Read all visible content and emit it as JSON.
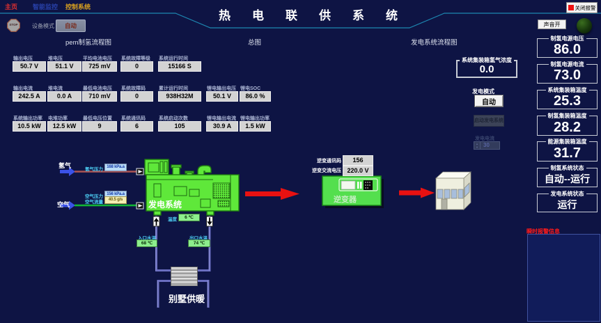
{
  "nav": {
    "home": "主页",
    "monitor": "智能监控",
    "control": "控制系统"
  },
  "title": "热电联供系统",
  "top": {
    "stop": "STOP",
    "device_mode_label": "设备模式",
    "device_mode_value": "自动",
    "close_alarm": "关闭报警",
    "sound_on": "声音开"
  },
  "sections": {
    "pem": "pem制氢流程图",
    "overview": "总图",
    "gen": "发电系统流程图"
  },
  "grid": {
    "rows": [
      {
        "cells": [
          {
            "label": "输出电压",
            "value": "50.7 V"
          },
          {
            "label": "堆电压",
            "value": "51.1 V"
          },
          {
            "label": "平均电池电压",
            "value": "725 mV"
          },
          {
            "label": "系统故障等级",
            "value": "0"
          },
          {
            "label": "系统运行时间",
            "value": "15166 S"
          }
        ]
      },
      {
        "cells": [
          {
            "label": "输出电流",
            "value": "242.5 A"
          },
          {
            "label": "堆电流",
            "value": "0.0 A"
          },
          {
            "label": "最低电池电压",
            "value": "710 mV"
          },
          {
            "label": "系统故障码",
            "value": "0"
          },
          {
            "label": "累计运行时间",
            "value": "938H32M"
          },
          {
            "label": "锂电输出电压",
            "value": "50.1 V"
          },
          {
            "label": "锂电SOC",
            "value": "86.0 %"
          }
        ]
      },
      {
        "cells": [
          {
            "label": "系统输出功率",
            "value": "10.5 kW"
          },
          {
            "label": "电堆功率",
            "value": "12.5 kW"
          },
          {
            "label": "最低电压位置",
            "value": "9"
          },
          {
            "label": "系统通讯码",
            "value": "6"
          },
          {
            "label": "系统启动次数",
            "value": "105"
          },
          {
            "label": "锂电输出电流",
            "value": "30.9 A"
          },
          {
            "label": "锂电输出功率",
            "value": "1.5 kW"
          }
        ]
      }
    ]
  },
  "flow": {
    "hydrogen_name": "氢气",
    "hydrogen_pressure_label": "氢气压力",
    "hydrogen_pressure": "168 kPa.a",
    "air_name": "空气",
    "air_pressure_label": "空气压力",
    "air_pressure": "156 kPa.a",
    "air_flow_label": "空气流量",
    "air_flow": "40.5 g/s",
    "generator_label": "发电系统",
    "temp_label": "温度",
    "temp": "6 ℃",
    "inlet_label": "入口水温",
    "inlet": "68 ℃",
    "outlet_label": "出口水温",
    "outlet": "74 ℃",
    "heating_label": "别墅供暖",
    "inverter_label": "逆变器",
    "inverter_comm_label": "逆变通讯码",
    "inverter_comm": "156",
    "inverter_ac_label": "逆变交流电压",
    "inverter_ac": "220.0 V"
  },
  "gen_panel": {
    "concentration_label": "系统集装箱氢气浓度",
    "concentration": "0.0",
    "mode_label": "发电模式",
    "mode_value": "自动",
    "start_button": "启动发电系统",
    "current_label": "发电电流",
    "current_value": "30"
  },
  "right_panel": {
    "boxes": [
      {
        "label": "制氢电源电压",
        "value": "86.0"
      },
      {
        "label": "制氢电源电流",
        "value": "73.0"
      },
      {
        "label": "系统集装箱温度",
        "value": "25.3"
      },
      {
        "label": "制氢集装箱温度",
        "value": "28.2"
      },
      {
        "label": "能源集装箱温度",
        "value": "31.7"
      },
      {
        "label": "制氢系统状态",
        "value": "自动--运行"
      },
      {
        "label": "发电系统状态",
        "value": "运行"
      }
    ]
  },
  "alarm": {
    "label": "瞬时报警信息"
  },
  "colors": {
    "accent_line": "#1d86b0",
    "alarm_red": "#ff1a1a",
    "machine_green": "#5fe83a",
    "arrow_red": "#e81111",
    "pipe_blue": "#6a6ec0",
    "hydrogen_line": "#a85252",
    "air_line": "#12b535"
  }
}
